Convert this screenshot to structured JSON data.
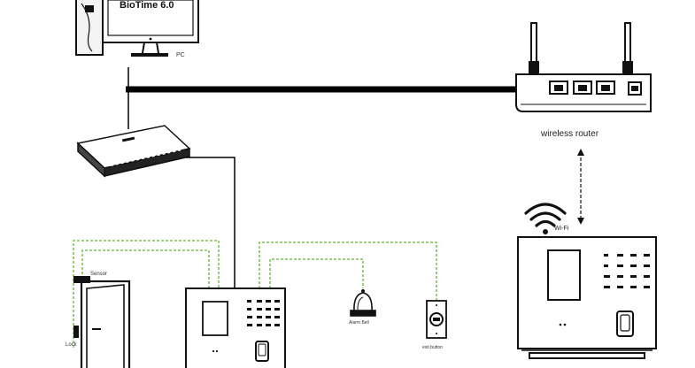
{
  "labels": {
    "software": "BioTime 6.0",
    "pc": "PC",
    "router": "wireless router",
    "wifi": "Wi-Fi",
    "sensor": "Sensor",
    "lock": "Lock",
    "bell": "Alarm Bell",
    "exit_button": "exit button"
  },
  "colors": {
    "wire": "#000000",
    "signal_wire": "#5cb82e",
    "device": "#111111"
  },
  "icons": [
    "pc-icon",
    "switch-icon",
    "router-icon",
    "wifi-icon",
    "door-icon",
    "bell-icon",
    "exit-button-icon",
    "terminal-icon"
  ]
}
